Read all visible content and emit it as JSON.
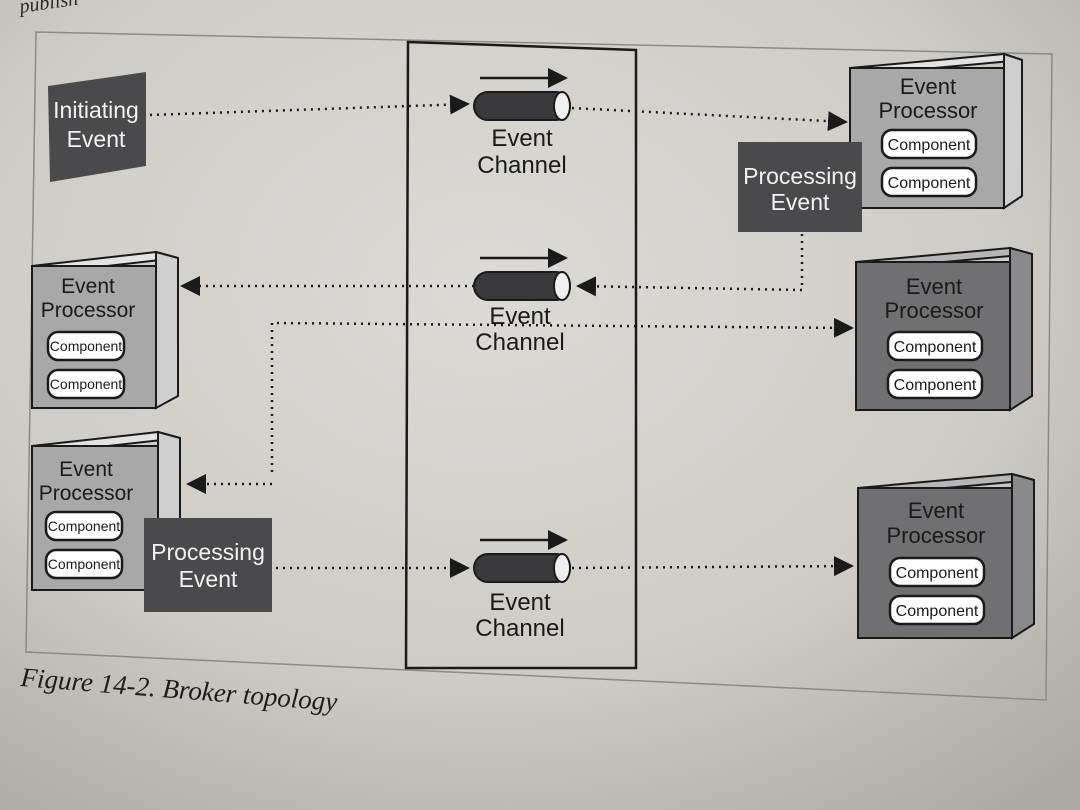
{
  "running_head": "publish",
  "caption": "Figure 14-2. Broker topology",
  "diagram": {
    "initiating_event": [
      "Initiating",
      "Event"
    ],
    "processing_event": [
      "Processing",
      "Event"
    ],
    "event_channel": [
      "Event",
      "Channel"
    ],
    "event_processor": [
      "Event",
      "Processor"
    ],
    "component": "Component"
  },
  "colors": {
    "paper": "#d7d5d1",
    "dark_box": "#4a4a4c",
    "light_box_front": "#a9a8a8",
    "light_box_side": "#cfcfcf",
    "light_box_top": "#e3e3e3",
    "dark_proc_front": "#707072",
    "dark_proc_side": "#8a8a8c",
    "dark_proc_top": "#b6b6b8",
    "line": "#1a1a1a"
  }
}
